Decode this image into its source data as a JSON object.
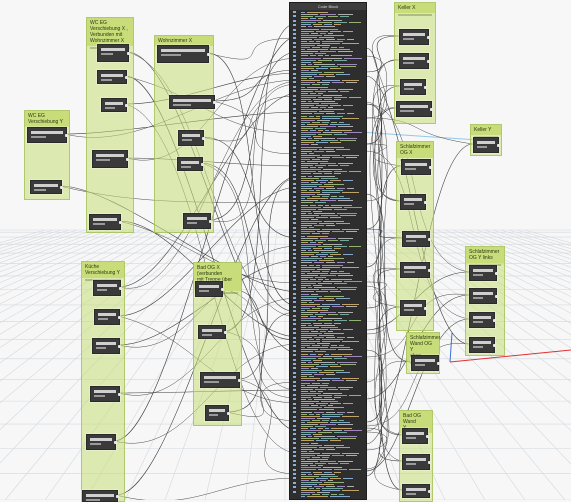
{
  "groups": [
    {
      "id": "wc-eg-x",
      "title": "WC EG\nVerschiebung X ,\nVerbunden mit\nWohnzimmer X"
    },
    {
      "id": "wohnzimmer-x",
      "title": "Wohnzimmer X"
    },
    {
      "id": "wc-eg-y",
      "title": "WC EG\nVerschiebung Y"
    },
    {
      "id": "kueche-y",
      "title": "Küche\nVerschiebung Y"
    },
    {
      "id": "bad-og-x",
      "title": "Bad OG X (verbunden\nmit Treppe über ,,,\""
    },
    {
      "id": "keller-x",
      "title": "Keller X"
    },
    {
      "id": "keller-y",
      "title": "Keller Y"
    },
    {
      "id": "schlafzimmer-og-x",
      "title": "Schlafzimmer\nOG X"
    },
    {
      "id": "schlafzimmer-og-y-links",
      "title": "Schlafzimmer\nOG Y links"
    },
    {
      "id": "schlafzimmer-wand-og-y-oben",
      "title": "Schlafzimmer\nWand OG Y\noben"
    },
    {
      "id": "bad-og-wand-y",
      "title": "Bad OG Wand\nY"
    }
  ],
  "code_block": {
    "title": "Code Block"
  },
  "colors": {
    "group_fill": "#c7de78",
    "node_fill": "#3a3a3a",
    "code_bg": "#2e2e2e",
    "grid": "#d6dbe1",
    "axis_red": "#e03131",
    "axis_blue": "#3b6fd8"
  }
}
